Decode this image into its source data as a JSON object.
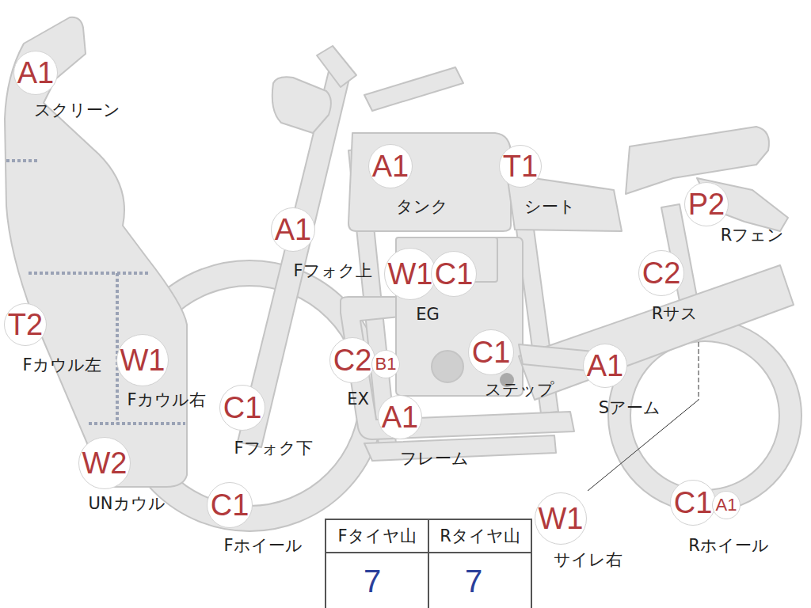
{
  "diagram": {
    "nodes": [
      {
        "text": [
          "A1"
        ]
      },
      {
        "text": [
          "A1"
        ]
      },
      {
        "text": [
          "T1"
        ]
      },
      {
        "text": [
          "P2"
        ]
      },
      {
        "text": [
          "A1"
        ]
      },
      {
        "text": [
          "W1"
        ]
      },
      {
        "text": [
          "C1"
        ]
      },
      {
        "text": [
          "C2"
        ]
      },
      {
        "text": [
          "T2"
        ]
      },
      {
        "text": [
          "W1"
        ]
      },
      {
        "text": [
          "C2"
        ]
      },
      {
        "text": [
          "B1"
        ]
      },
      {
        "text": [
          "C1"
        ]
      },
      {
        "text": [
          "A1"
        ]
      },
      {
        "text": [
          "C1"
        ]
      },
      {
        "text": [
          "A1"
        ]
      },
      {
        "text": [
          "W2"
        ]
      },
      {
        "text": [
          "C1"
        ]
      },
      {
        "text": [
          "W1"
        ]
      },
      {
        "text": [
          "C1"
        ]
      },
      {
        "text": [
          "A1"
        ]
      }
    ],
    "labels": [
      "スクリーン",
      "タンク",
      "シート",
      "Rフェン",
      "Fフォク上",
      "EG",
      "Rサス",
      "Fカウル左",
      "Fカウル右",
      "EX",
      "ステップ",
      "Sアーム",
      "Fフォク下",
      "フレーム",
      "UNカウル",
      "Fホイール",
      "サイレ右",
      "Rホイール",
      "Fタイヤ山",
      "Rタイヤ山",
      "7",
      "7"
    ]
  }
}
